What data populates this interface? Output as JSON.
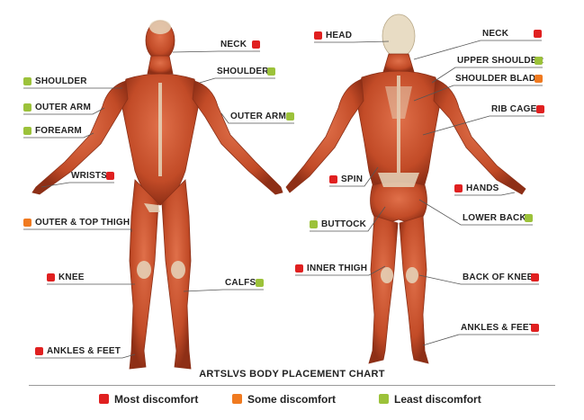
{
  "colors": {
    "most": "#e02020",
    "some": "#f07a20",
    "least": "#9cc23a",
    "muscle": "#c8532e",
    "muscle_dark": "#9a3219",
    "tendon": "#e6d6bc",
    "leader": "#555555"
  },
  "title": "ARTSLVS BODY PLACEMENT CHART",
  "legend": [
    {
      "label": "Most discomfort",
      "level": "most"
    },
    {
      "label": "Some discomfort",
      "level": "some"
    },
    {
      "label": "Least discomfort",
      "level": "least"
    }
  ],
  "front_labels": [
    {
      "text": "NECK",
      "level": "most"
    },
    {
      "text": "SHOULDER",
      "level": "least"
    },
    {
      "text": "SHOULDER",
      "level": "least"
    },
    {
      "text": "OUTER ARM",
      "level": "least"
    },
    {
      "text": "OUTER ARM",
      "level": "least"
    },
    {
      "text": "FOREARM",
      "level": "least"
    },
    {
      "text": "WRISTS",
      "level": "most"
    },
    {
      "text": "OUTER & TOP THIGH",
      "level": "some"
    },
    {
      "text": "KNEE",
      "level": "most"
    },
    {
      "text": "CALFS",
      "level": "least"
    },
    {
      "text": "ANKLES & FEET",
      "level": "most"
    }
  ],
  "back_labels": [
    {
      "text": "HEAD",
      "level": "most"
    },
    {
      "text": "NECK",
      "level": "most"
    },
    {
      "text": "UPPER SHOULDER",
      "level": "least"
    },
    {
      "text": "SHOULDER BLADE",
      "level": "some"
    },
    {
      "text": "RIB CAGE",
      "level": "most"
    },
    {
      "text": "SPIN",
      "level": "most"
    },
    {
      "text": "HANDS",
      "level": "most"
    },
    {
      "text": "BUTTOCK",
      "level": "least"
    },
    {
      "text": "LOWER BACK",
      "level": "least"
    },
    {
      "text": "INNER THIGH",
      "level": "most"
    },
    {
      "text": "BACK OF KNEE",
      "level": "most"
    },
    {
      "text": "ANKLES & FEET",
      "level": "most"
    }
  ]
}
